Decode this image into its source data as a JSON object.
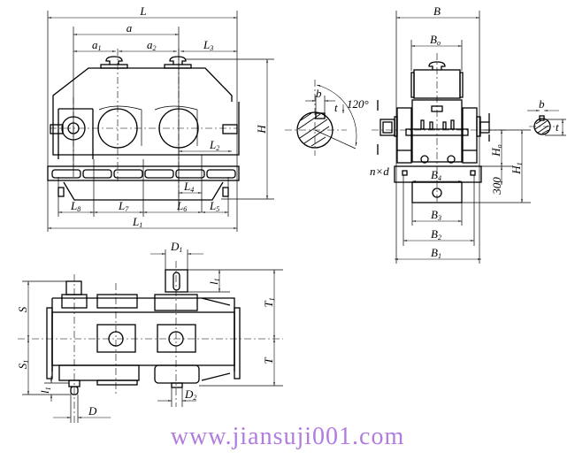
{
  "drawing": {
    "subject": "Two-stage cylindrical gear reducer outline dimensions",
    "views": [
      "front-view",
      "side-view",
      "top-view",
      "input-shaft-key-section",
      "output-shaft-key-section"
    ]
  },
  "front_view": {
    "labels": {
      "L": "L",
      "a": "a",
      "a1": "a",
      "a1_sub": "1",
      "a2": "a",
      "a2_sub": "2",
      "L3": "L",
      "L3_sub": "3",
      "H": "H",
      "L2": "L",
      "L2_sub": "2",
      "L4": "L",
      "L4_sub": "4",
      "L8": "L",
      "L8_sub": "8",
      "L7": "L",
      "L7_sub": "7",
      "L6": "L",
      "L6_sub": "6",
      "L5": "L",
      "L5_sub": "5",
      "L1": "L",
      "L1_sub": "1"
    }
  },
  "key_section": {
    "b": "b",
    "t": "t",
    "angle": "120°"
  },
  "side_view": {
    "labels": {
      "B": "B",
      "B0": "B",
      "B0_sub": "o",
      "nd": "n×d",
      "B4": "B",
      "B4_sub": "4",
      "B3": "B",
      "B3_sub": "3",
      "B2": "B",
      "B2_sub": "2",
      "B1": "B",
      "B1_sub": "1",
      "H0": "H",
      "H0_sub": "o",
      "H1": "H",
      "H1_sub": "1",
      "h300": "300"
    }
  },
  "output_key_section": {
    "b": "b",
    "t": "t"
  },
  "top_view": {
    "labels": {
      "D1": "D",
      "D1_sub": "1",
      "l": "l",
      "l_sub": "1",
      "T1": "T",
      "T1_sub": "1",
      "T": "T",
      "S": "S",
      "S1": "S",
      "S1_sub": "1",
      "l1": "l",
      "l1_sub": "1",
      "D": "D",
      "D2": "D",
      "D2_sub": "2"
    }
  },
  "watermark": {
    "text": "www.jiansuji001.com",
    "color": "#b07ce0"
  }
}
